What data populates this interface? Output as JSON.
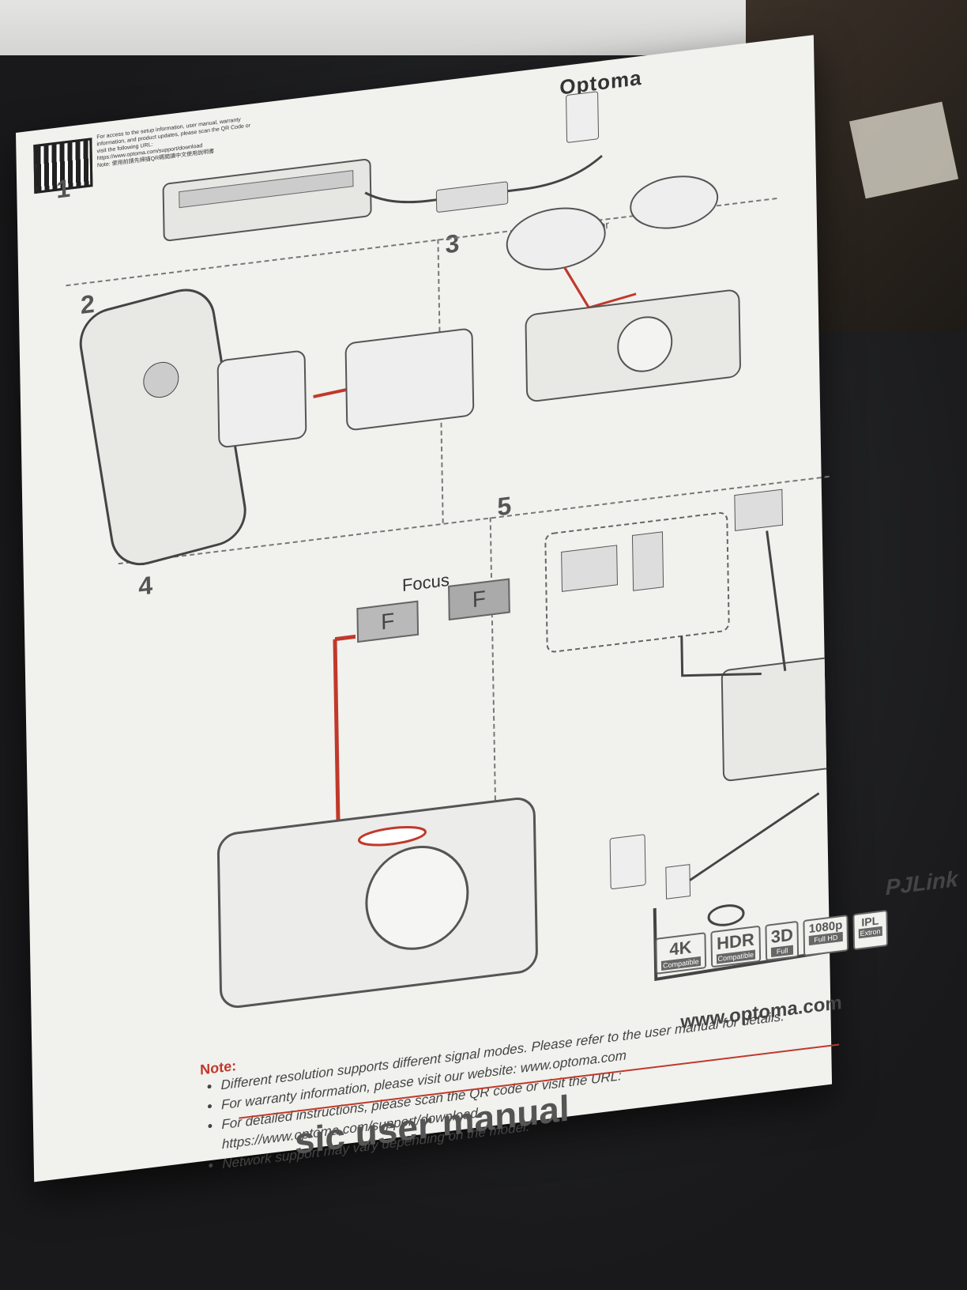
{
  "header": {
    "qr_text_lines": [
      "For access to the setup information, user manual, warranty",
      "information, and product updates, please scan the QR Code or",
      "visit the following URL:",
      "https://www.optoma.com/support/download",
      "Note: 使用前請先掃描QR碼閱讀中文使用說明書"
    ],
    "brand": "Optoma"
  },
  "steps": [
    "1",
    "2",
    "3",
    "4",
    "5"
  ],
  "step3_or": "or",
  "step4": {
    "focus_label": "Focus",
    "f_left": "F",
    "f_right": "F"
  },
  "note": {
    "title": "Note:",
    "items": [
      "Different resolution supports different signal modes. Please refer to the user manual for details.",
      "For warranty information, please visit our website: www.optoma.com",
      "For detailed instructions, please scan the QR code or visit the URL: https://www.optoma.com/support/download",
      "Network support may vary depending on the model."
    ]
  },
  "badges": [
    {
      "big": "4K",
      "small": "Compatible"
    },
    {
      "big": "HDR",
      "small": "Compatible"
    },
    {
      "big": "3D",
      "small": "Full"
    },
    {
      "big": "1080p",
      "small": "Full HD"
    },
    {
      "big": "IPL",
      "small": "Extron"
    }
  ],
  "pjlink": "PJLink",
  "website": "www.optoma.com",
  "manual_title": "sic user manual",
  "colors": {
    "accent_red": "#c0392b",
    "paper": "#f1f1ee",
    "desk": "#1c1d1f"
  }
}
